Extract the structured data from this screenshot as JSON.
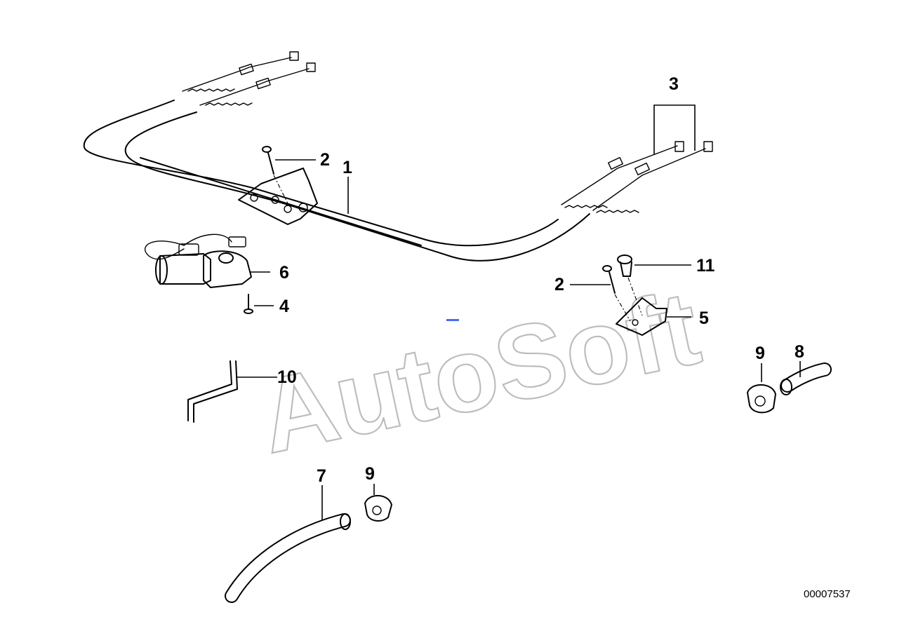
{
  "watermark": "AutoSoft",
  "reference_number": "00007537",
  "callouts": {
    "c1": "1",
    "c2a": "2",
    "c2b": "2",
    "c3": "3",
    "c4": "4",
    "c5": "5",
    "c6": "6",
    "c7": "7",
    "c8": "8",
    "c9a": "9",
    "c9b": "9",
    "c10": "10",
    "c11": "11"
  },
  "colors": {
    "line": "#000000",
    "watermark": "#bdbdbd",
    "background": "#ffffff",
    "accent": "#4a6cf7"
  }
}
